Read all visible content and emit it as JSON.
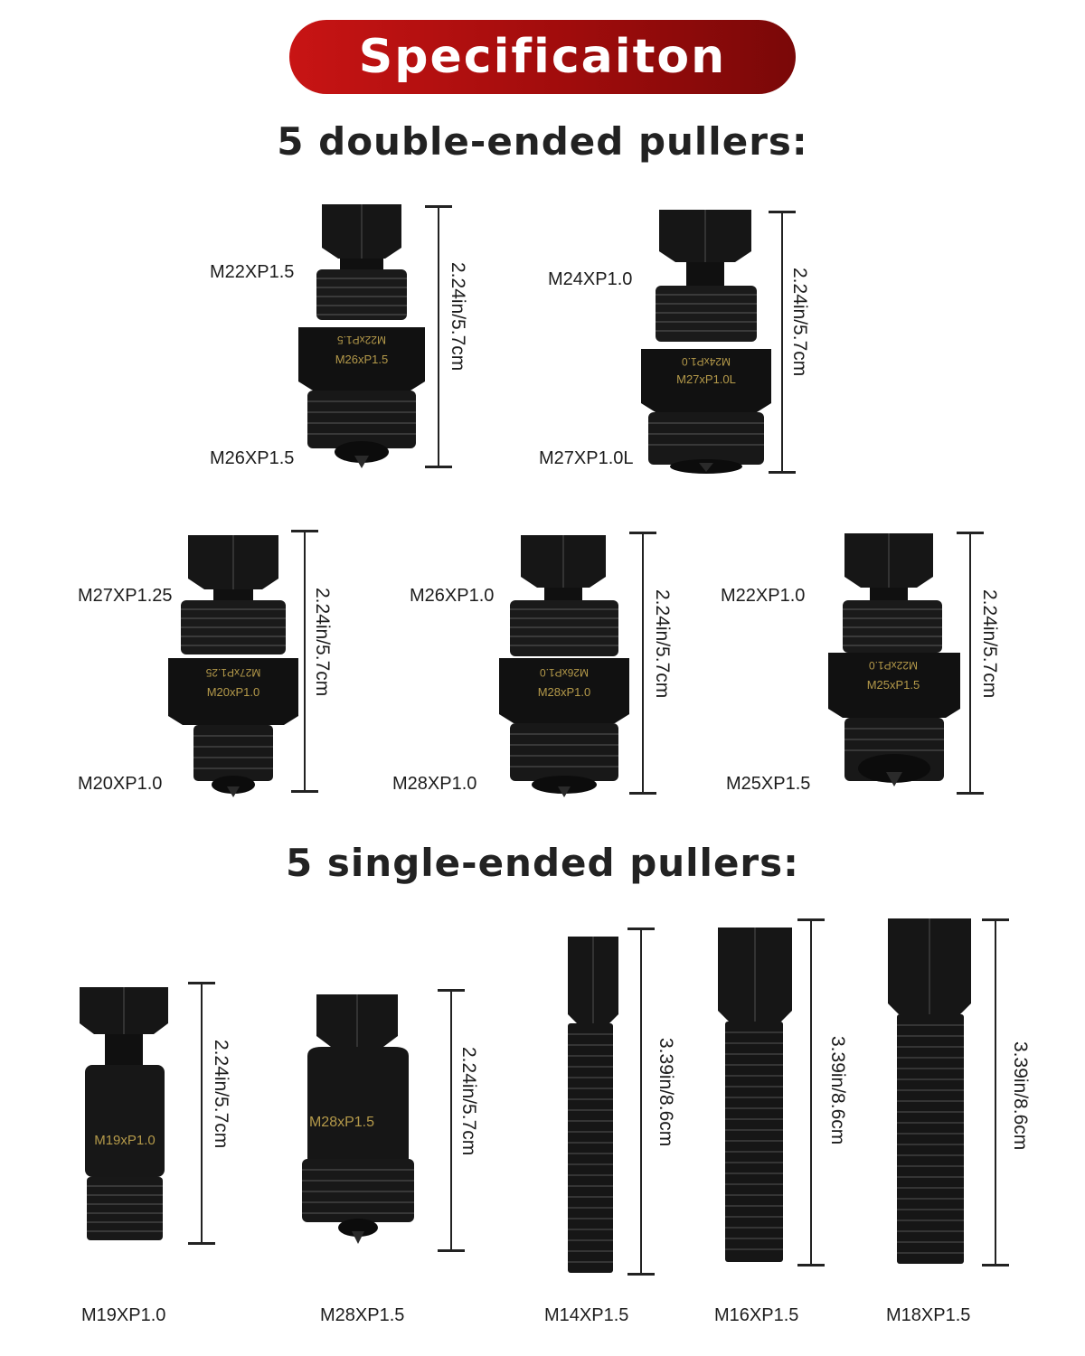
{
  "title": "Specificaiton",
  "sections": {
    "double": "5 double-ended pullers:",
    "single": "5 single-ended pullers:"
  },
  "double_pullers": [
    {
      "top": "M22XP1.5",
      "bottom": "M26XP1.5",
      "size": "2.24in/5.7cm",
      "engrave_a": "M22xP1.5",
      "engrave_b": "M26xP1.5"
    },
    {
      "top": "M24XP1.0",
      "bottom": "M27XP1.0L",
      "size": "2.24in/5.7cm",
      "engrave_a": "M24xP1.0",
      "engrave_b": "M27xP1.0L"
    },
    {
      "top": "M27XP1.25",
      "bottom": "M20XP1.0",
      "size": "2.24in/5.7cm",
      "engrave_a": "M27xP1.25",
      "engrave_b": "M20xP1.0"
    },
    {
      "top": "M26XP1.0",
      "bottom": "M28XP1.0",
      "size": "2.24in/5.7cm",
      "engrave_a": "M26xP1.0",
      "engrave_b": "M28xP1.0"
    },
    {
      "top": "M22XP1.0",
      "bottom": "M25XP1.5",
      "size": "2.24in/5.7cm",
      "engrave_a": "M22xP1.0",
      "engrave_b": "M25xP1.5"
    }
  ],
  "single_pullers": [
    {
      "label": "M19XP1.0",
      "size": "2.24in/5.7cm",
      "engrave": "M19xP1.0"
    },
    {
      "label": "M28XP1.5",
      "size": "2.24in/5.7cm",
      "engrave": "M28xP1.5"
    },
    {
      "label": "M14XP1.5",
      "size": "3.39in/8.6cm"
    },
    {
      "label": "M16XP1.5",
      "size": "3.39in/8.6cm"
    },
    {
      "label": "M18XP1.5",
      "size": "3.39in/8.6cm"
    }
  ],
  "colors": {
    "banner": "#b80f0f",
    "tool": "#141414",
    "engraving": "#b59a4a"
  }
}
